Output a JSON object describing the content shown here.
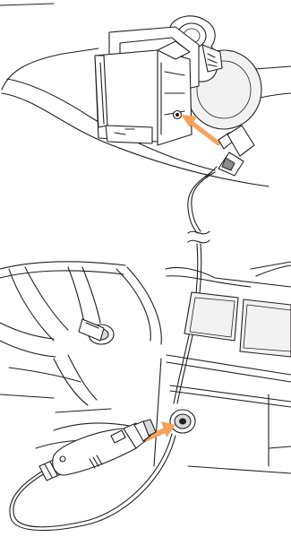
{
  "figure": {
    "description_visible_text": "",
    "accent_color": "#f5a35c",
    "line_color": "#231f20",
    "panel_shade_light": "#f2f2f2",
    "panel_shade_mid": "#d9d9d9"
  },
  "parts": [
    {
      "id": "windshield-panel",
      "icon": "windshield-outline"
    },
    {
      "id": "suction-mount",
      "icon": "suction-cup"
    },
    {
      "id": "device-holder",
      "icon": "cradle"
    },
    {
      "id": "dc-jack",
      "icon": "socket"
    },
    {
      "id": "angled-plug",
      "icon": "l-connector"
    },
    {
      "id": "cable",
      "icon": "cable"
    },
    {
      "id": "cable-break-mark",
      "icon": "break-symbol"
    },
    {
      "id": "steering-wheel",
      "icon": "steering-wheel"
    },
    {
      "id": "ignition-key",
      "icon": "key"
    },
    {
      "id": "dashboard-panel",
      "icon": "console"
    },
    {
      "id": "cigarette-socket",
      "icon": "power-socket"
    },
    {
      "id": "car-adapter",
      "icon": "car-charger"
    }
  ],
  "arrows": [
    {
      "id": "arrow-plug-to-holder",
      "color": "#f5a35c"
    },
    {
      "id": "arrow-adapter-to-socket",
      "color": "#f5a35c"
    }
  ]
}
